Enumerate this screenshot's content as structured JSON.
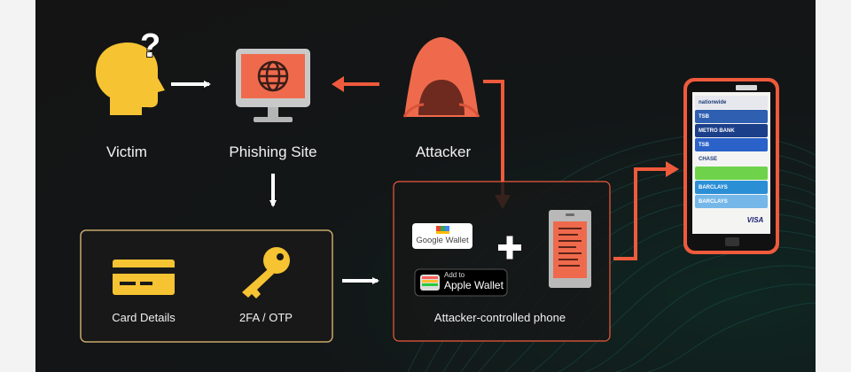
{
  "labels": {
    "victim": "Victim",
    "phishing_site": "Phishing Site",
    "attacker": "Attacker",
    "card_details": "Card Details",
    "otp": "2FA / OTP",
    "attacker_phone": "Attacker-controlled phone"
  },
  "wallets": {
    "google": "Google Wallet",
    "apple_top": "Add to",
    "apple_bottom": "Apple Wallet"
  },
  "phone_cards": [
    {
      "label": "nationwide",
      "color": "#e7e7ee"
    },
    {
      "label": "TSB",
      "color": "#2e5fb0"
    },
    {
      "label": "METRO BANK",
      "color": "#1c3f8a"
    },
    {
      "label": "TSB",
      "color": "#2a62c9"
    },
    {
      "label": "CHASE",
      "color": "#f4f4f4"
    },
    {
      "label": "",
      "color": "#6ed34b"
    },
    {
      "label": "BARCLAYS",
      "color": "#2b8fd6"
    },
    {
      "label": "BARCLAYS",
      "color": "#74b7e8"
    }
  ],
  "phone_visa": "VISA",
  "colors": {
    "accent": "#ee5a3c",
    "yellow": "#f6c332",
    "box_border": "#c8a86b"
  },
  "icons": [
    "head-question-icon",
    "globe-monitor-icon",
    "attacker-mask-icon",
    "credit-card-icon",
    "key-icon",
    "phone-icon"
  ]
}
